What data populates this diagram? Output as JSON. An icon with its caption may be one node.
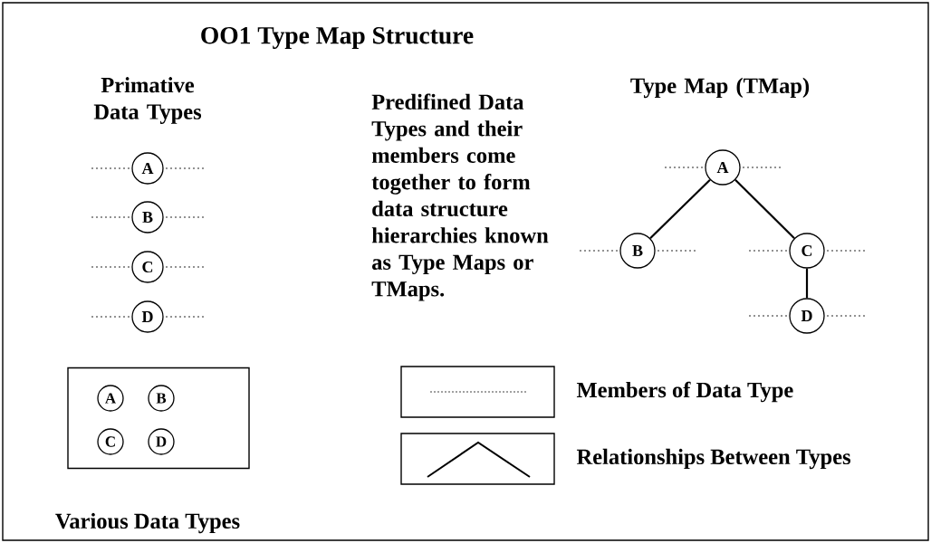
{
  "diagram": {
    "title": "OO1 Type Map Structure",
    "nodes": [
      {
        "text": [
          "A"
        ]
      },
      {
        "text": [
          "B"
        ]
      },
      {
        "text": [
          "C"
        ]
      },
      {
        "text": [
          "D"
        ]
      },
      {
        "text": [
          "A"
        ]
      },
      {
        "text": [
          "B"
        ]
      },
      {
        "text": [
          "C"
        ]
      },
      {
        "text": [
          "D"
        ]
      },
      {
        "text": [
          "Various Data Types"
        ]
      },
      {
        "text": [
          "A"
        ],
        "in": 8
      },
      {
        "text": [
          "B"
        ],
        "in": 8
      },
      {
        "text": [
          "C"
        ],
        "in": 8
      },
      {
        "text": [
          "D"
        ],
        "in": 8
      }
    ],
    "edges": [
      {
        "from": 4,
        "to": 5,
        "arrow": "none"
      },
      {
        "from": 4,
        "to": 6,
        "arrow": "none"
      },
      {
        "from": 6,
        "to": 7,
        "arrow": "none"
      }
    ],
    "labels": [
      "Primative Data Types",
      "Predifined Data Types and their members come together to form data structure hierarchies known as Type Maps or TMaps.",
      "Type Map (TMap)"
    ],
    "legend": [
      {
        "text": "Members of Data Type"
      },
      {
        "text": "Relationships Between Types"
      }
    ]
  }
}
